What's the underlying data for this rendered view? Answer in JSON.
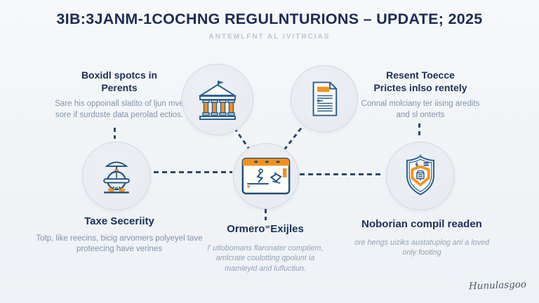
{
  "header": {
    "title": "3IB:3JANM-1COCHNG REGULNTURIONS – UPDATE; 2025",
    "subtitle": "ANTEMLFNT AL IVITRCIAS"
  },
  "sections": {
    "top_left": {
      "heading": [
        "Boxidl spotcs in",
        "Perents"
      ],
      "body": "Sare his oppoinall slatito of ljun mve sore if surduste data perolad ectios."
    },
    "top_right": {
      "heading": [
        "Resent Toecce",
        "Prictes inlso rentely"
      ],
      "body": "Connal molciany ter iising aredits and sl onterts"
    },
    "bottom_left": {
      "heading": [
        "Taxe Seceriity"
      ],
      "body": "Totp, like reecins, bicig arvomers polyeyel tave proteecing have verines"
    },
    "bottom_center": {
      "heading": [
        "Ormero⁼Exijles"
      ],
      "body": "l' utlobomans flaronater comptiem, amlcrate coulotting qpolunt ia mamleyid and lufluctiun."
    },
    "bottom_right": {
      "heading": [
        "Noborian compil readen"
      ],
      "body": "ore hengs uiziks austatuplog anl a loved only footing"
    }
  },
  "icons": {
    "top_left_node": "bank-icon",
    "top_right_node": "document-icon",
    "mid_left_node": "globe-stand-icon",
    "mid_center_node": "browser-window-icon",
    "mid_right_node": "shield-icon"
  },
  "signature": "Hunulasgoo",
  "colors": {
    "accent_orange": "#F5921E",
    "title_navy": "#1C2B52",
    "heading_navy": "#1A3057",
    "body_gray": "#8393AB",
    "icon_blue": "#2D618D",
    "icon_navy": "#1F4E79",
    "connector_navy": "#2B4A72",
    "circle_fill": "#E9EDF2",
    "background": "#F3F5F8"
  }
}
